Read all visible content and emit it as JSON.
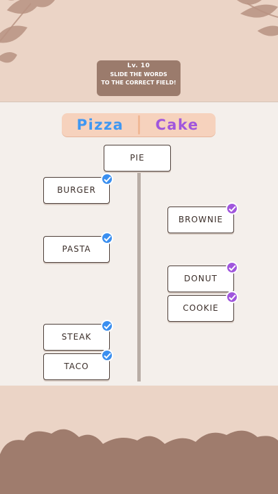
{
  "level": {
    "label": "Lv. 10",
    "instruction_line1": "SLIDE THE WORDS",
    "instruction_line2": "TO THE CORRECT FIELD!"
  },
  "categories": {
    "left": "Pizza",
    "right": "Cake"
  },
  "words": {
    "pie": "PIE",
    "burger": "BURGER",
    "pasta": "PASTA",
    "steak": "STEAK",
    "taco": "TACO",
    "brownie": "BROWNIE",
    "donut": "DONUT",
    "cookie": "COOKIE"
  },
  "colors": {
    "pizza": "#3f97f2",
    "cake": "#a056dd",
    "background": "#ebd4c6",
    "play_area": "#f4efeb",
    "leaf": "#b89382"
  },
  "icons": {
    "check": "checkmark-icon",
    "leaves": "leaf-icon"
  }
}
